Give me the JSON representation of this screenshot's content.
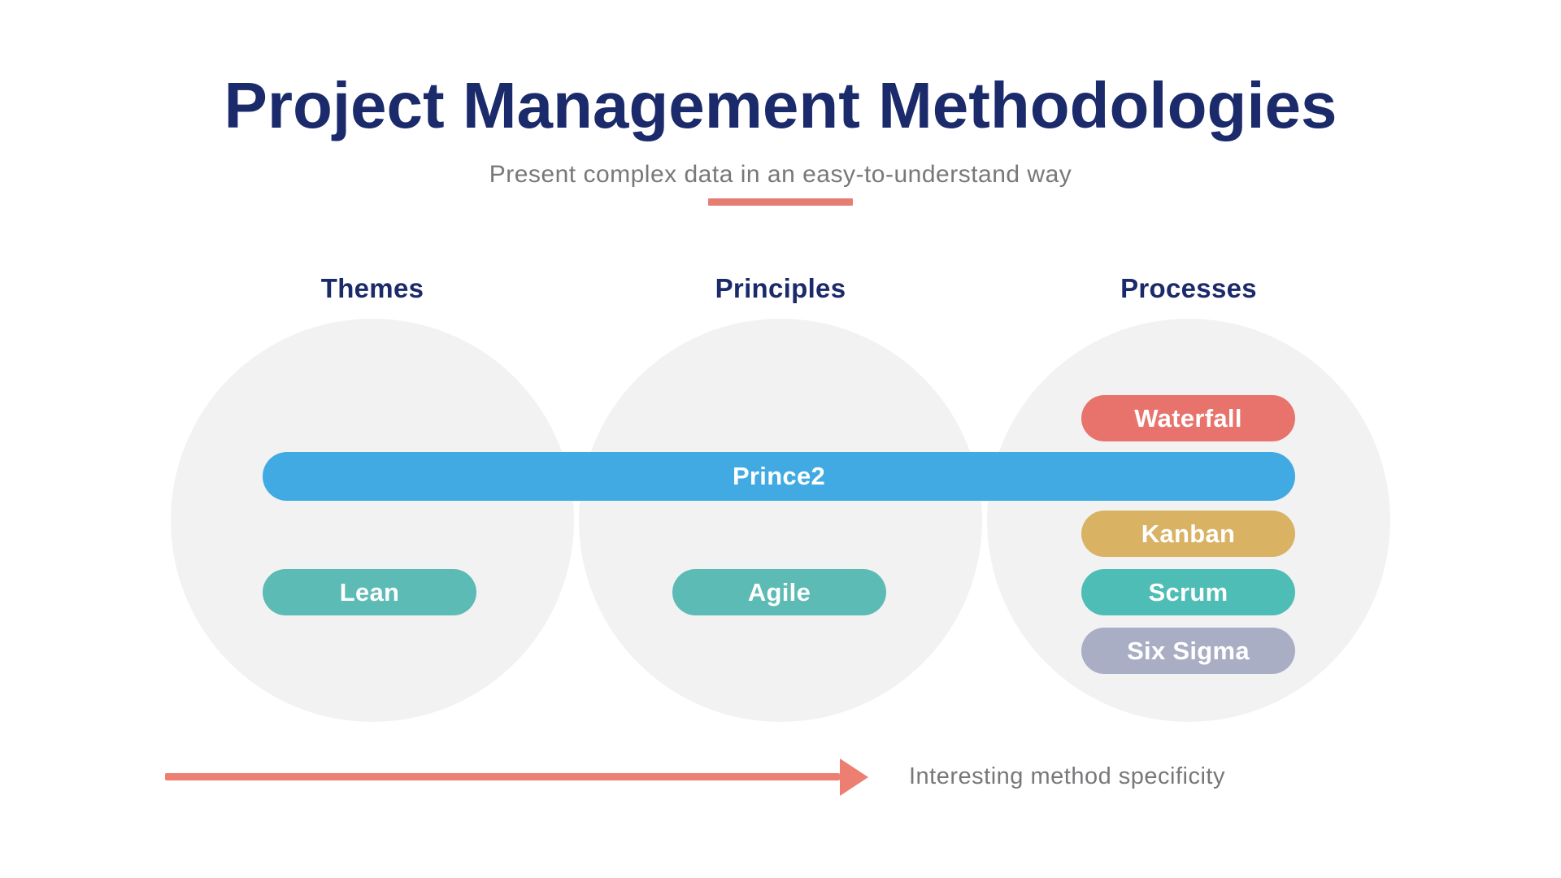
{
  "slide": {
    "title": "Project Management Methodologies",
    "subtitle": "Present complex data in an easy-to-understand way"
  },
  "columns": [
    {
      "id": "themes",
      "label": "Themes"
    },
    {
      "id": "principles",
      "label": "Principles"
    },
    {
      "id": "processes",
      "label": "Processes"
    }
  ],
  "pills": {
    "prince2": {
      "label": "Prince2",
      "color": "#41AAE2",
      "spans": "themes-principles-processes"
    },
    "lean": {
      "label": "Lean",
      "color": "#5CBBB4",
      "column": "themes"
    },
    "agile": {
      "label": "Agile",
      "color": "#5CBBB4",
      "column": "principles"
    },
    "waterfall": {
      "label": "Waterfall",
      "color": "#E8736D",
      "column": "processes"
    },
    "kanban": {
      "label": "Kanban",
      "color": "#D9B264",
      "column": "processes"
    },
    "scrum": {
      "label": "Scrum",
      "color": "#4EBDB5",
      "column": "processes"
    },
    "six_sigma": {
      "label": "Six Sigma",
      "color": "#A9AEC4",
      "column": "processes"
    }
  },
  "footer": {
    "caption": "Interesting method specificity",
    "arrow_color": "#ED7E72"
  },
  "colors": {
    "title_navy": "#1B2A6A",
    "text_gray": "#77787A",
    "underline_coral": "#E57D72",
    "circle_gray": "#F2F2F3"
  }
}
